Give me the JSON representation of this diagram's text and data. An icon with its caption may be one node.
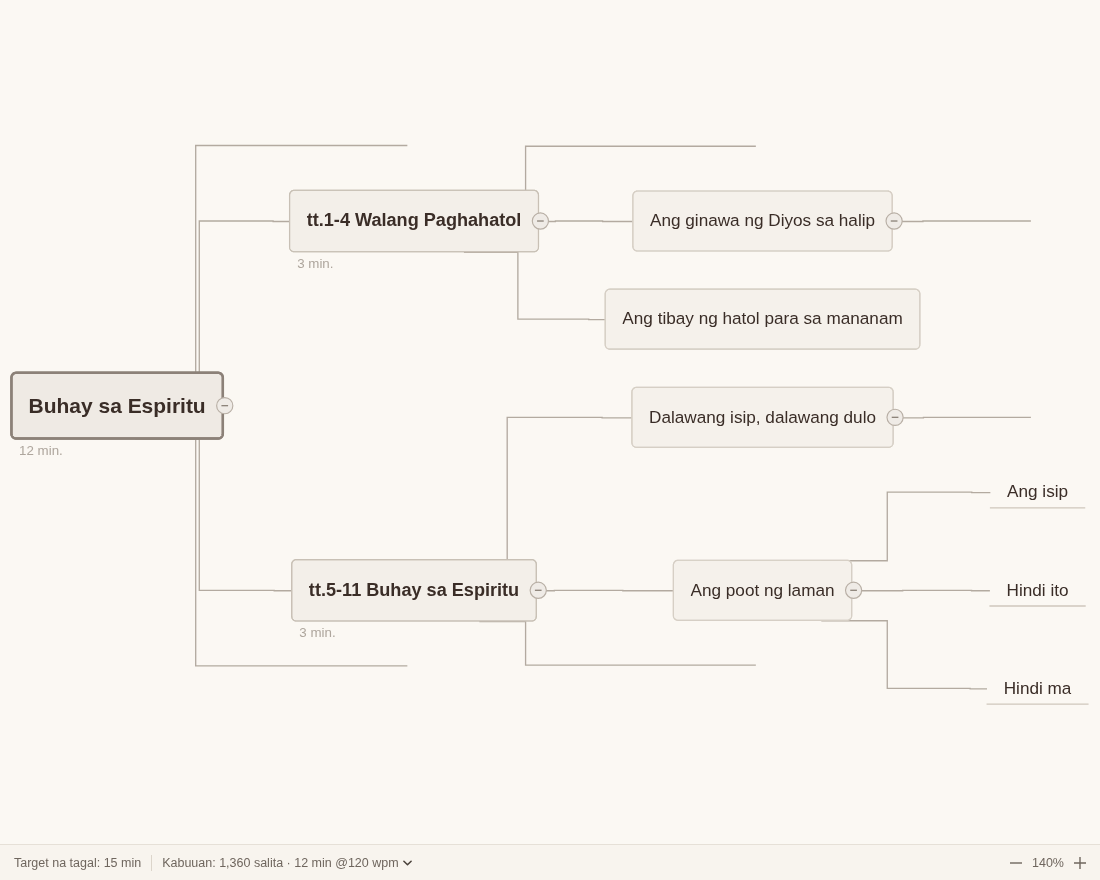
{
  "diagram": {
    "nodes": [
      {
        "text": [
          "Buhay sa Espiritu"
        ],
        "beside": [
          "12 min."
        ]
      },
      {
        "text": [
          "tt.1-4 Walang Paghahatol"
        ],
        "beside": [
          "3 min."
        ]
      },
      {
        "text": [
          "Ang ginawa ng Diyos sa halip"
        ]
      },
      {
        "text": [
          "Ang tibay ng hatol para sa mananam"
        ]
      },
      {
        "text": [
          "tt.5-11 Buhay sa Espiritu"
        ],
        "beside": [
          "3 min."
        ]
      },
      {
        "text": [
          "Dalawang isip, dalawang dulo"
        ]
      },
      {
        "text": [
          "Ang poot ng laman"
        ]
      },
      {
        "text": [
          "Ang isip"
        ]
      },
      {
        "text": [
          "Hindi ito"
        ]
      },
      {
        "text": [
          "Hindi ma"
        ]
      }
    ],
    "edges": [
      {
        "from": 0,
        "to": null,
        "arrow": "none"
      },
      {
        "from": 0,
        "to": 1,
        "arrow": "none"
      },
      {
        "from": 0,
        "to": 4,
        "arrow": "none"
      },
      {
        "from": 0,
        "to": null,
        "arrow": "none"
      },
      {
        "from": 1,
        "to": null,
        "arrow": "none"
      },
      {
        "from": 1,
        "to": 2,
        "arrow": "none"
      },
      {
        "from": 1,
        "to": 3,
        "arrow": "none"
      },
      {
        "from": 2,
        "to": null,
        "arrow": "none"
      },
      {
        "from": 4,
        "to": 5,
        "arrow": "none"
      },
      {
        "from": 4,
        "to": 6,
        "arrow": "none"
      },
      {
        "from": 4,
        "to": null,
        "arrow": "none"
      },
      {
        "from": 5,
        "to": null,
        "arrow": "none"
      },
      {
        "from": 6,
        "to": 7,
        "arrow": "none"
      },
      {
        "from": 6,
        "to": 8,
        "arrow": "none"
      },
      {
        "from": 6,
        "to": 9,
        "arrow": "none"
      }
    ],
    "labels": [
      "Target na tagal: 15 min",
      "Kabuuan: 1,360 salita · 12 min @120 wpm",
      "140%"
    ]
  }
}
